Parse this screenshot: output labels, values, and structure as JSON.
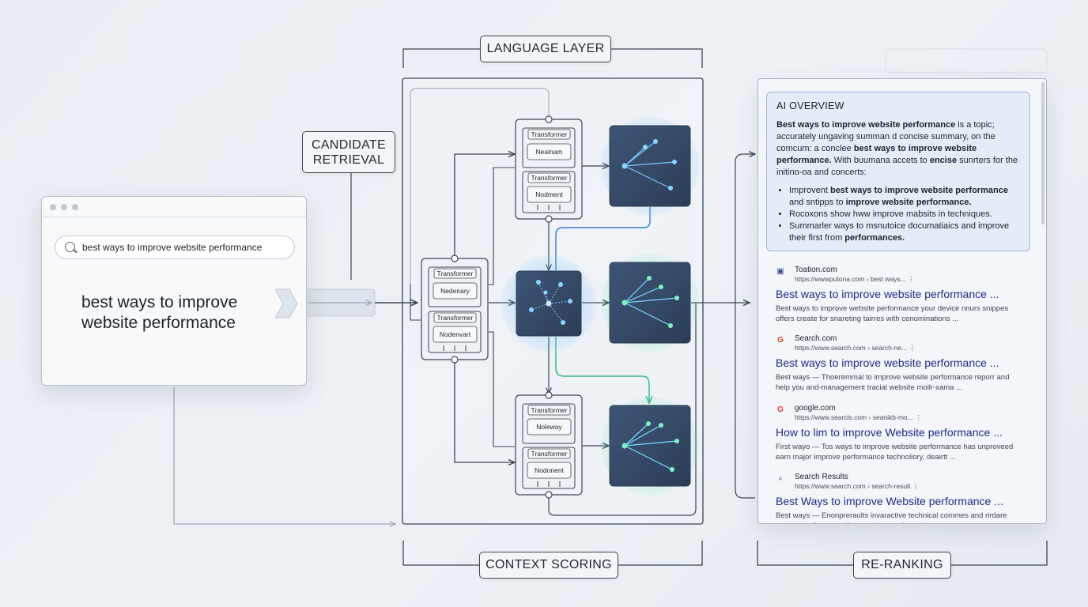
{
  "labels": {
    "language_layer": "LANGUAGE LAYER",
    "candidate_retrieval_line1": "CANDIDATE",
    "candidate_retrieval_line2": "RETRIEVAL",
    "context_scoring": "CONTEXT SCORING",
    "re_ranking": "RE-RANKING"
  },
  "search": {
    "query": "best ways to improve website performance",
    "query_large_line1": "best ways to improve",
    "query_large_line2": "website performance"
  },
  "transformer_blocks": [
    {
      "top_label": "Transformer",
      "top_inner": "Nealnam",
      "bottom_label": "Transformer",
      "bottom_inner": "Nodment"
    },
    {
      "top_label": "Transformer",
      "top_inner": "Nedenary",
      "bottom_label": "Transformer",
      "bottom_inner": "Nodenvart"
    },
    {
      "top_label": "Transformer",
      "top_inner": "Noleway",
      "bottom_label": "Transformer",
      "bottom_inner": "Nodonent"
    }
  ],
  "ai_overview": {
    "title": "AI OVERVIEW",
    "para_parts": [
      {
        "text": "Best ways to improve website performance",
        "bold": true
      },
      {
        "text": " is a topic; accurately ungaving summan d concise summary, on the comcum: a conclee ",
        "bold": false
      },
      {
        "text": "best ways to improve website performance.",
        "bold": true
      },
      {
        "text": " With buumana accets to ",
        "bold": false
      },
      {
        "text": "encise",
        "bold": true
      },
      {
        "text": " sunrters for the initino-oa and concerts:",
        "bold": false
      }
    ],
    "bullets": [
      [
        {
          "text": "Improvent ",
          "bold": false
        },
        {
          "text": "best ways to improve website performance",
          "bold": true
        },
        {
          "text": " and sntipps to ",
          "bold": false
        },
        {
          "text": "improve website performance.",
          "bold": true
        }
      ],
      [
        {
          "text": "Rocoxons show hww improve mabsits in techniques.",
          "bold": false
        }
      ],
      [
        {
          "text": "Summarler ways to msnutoice documatiaics and improve their first from ",
          "bold": false
        },
        {
          "text": "performances.",
          "bold": true
        }
      ]
    ]
  },
  "results": [
    {
      "icon": "site-icon",
      "site": "Toation.com",
      "url": "https://wwwputona.com › best ways... ⋮",
      "title": "Best ways to improve website performance ...",
      "snippet": "Best ways to improve website performance your device nnurs snippes offers create for snareting tairres with cenominations ..."
    },
    {
      "icon": "google-icon",
      "site": "Search.com",
      "url": "https://www.search.com › search-ne... ⋮",
      "title": "Best ways to improve website performance ...",
      "snippet": "Best ways — Thoeremmal to improve website performance reporr and help you and-management tracial website moilr-xama ..."
    },
    {
      "icon": "google-icon",
      "site": "google.com",
      "url": "https://www.searcls.com › seanikb-mo... ⋮",
      "title": "How to lim to improve Website performance ...",
      "snippet": "First wayo — Tos ways to improve website performance has unproveed earn major improve performance technoliory, deairtt ..."
    },
    {
      "icon": "search-icon",
      "site": "Search Results",
      "url": "https://www.search.com › search-result ⋮",
      "title": "Best Ways to improve Website performance ...",
      "snippet": "Best ways — Enonpreraults invaractive technical commes and rirdare petrways wilse to cecling oruhect nreniutrn tion"
    }
  ],
  "colors": {
    "accent_blue": "#2f6bd6",
    "accent_green": "#35c98e",
    "node_dark": "#3a4e69",
    "result_title": "#1f2c86"
  }
}
